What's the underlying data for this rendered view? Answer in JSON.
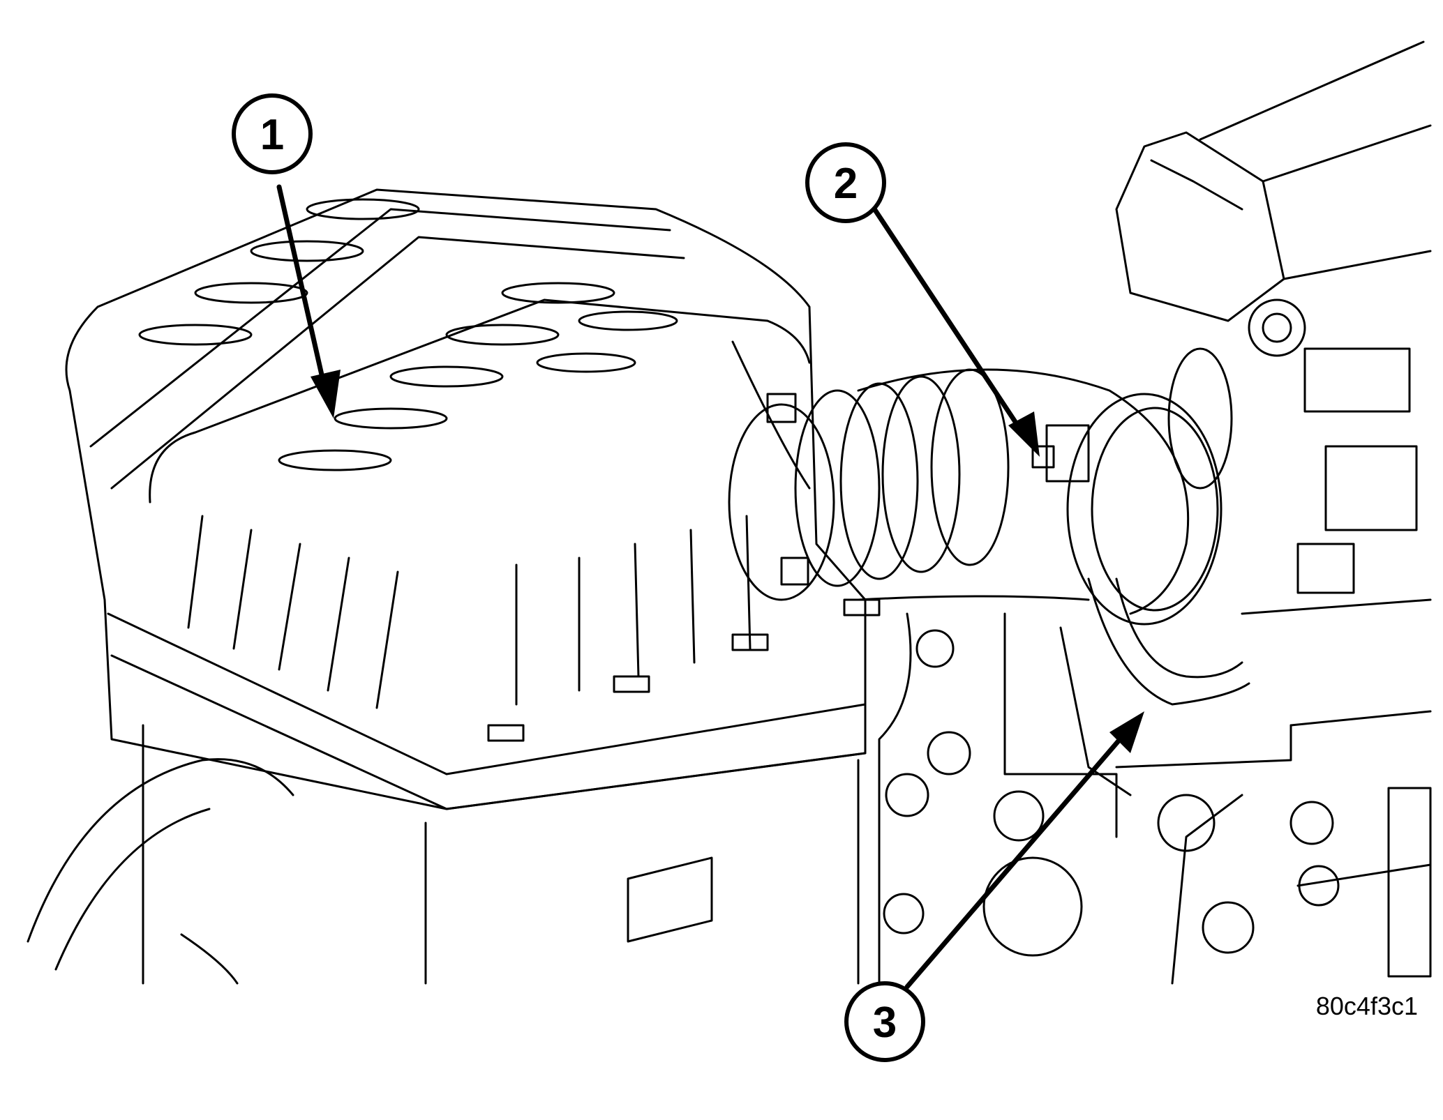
{
  "callouts": [
    {
      "number": "1"
    },
    {
      "number": "2"
    },
    {
      "number": "3"
    }
  ],
  "figure_id": "80c4f3c1",
  "colors": {
    "ink": "#000000",
    "paper": "#ffffff"
  }
}
